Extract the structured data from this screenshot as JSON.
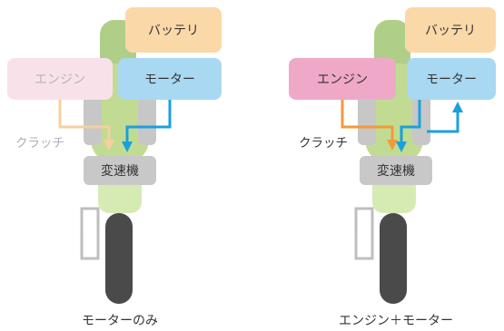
{
  "panels": [
    {
      "caption": "モーターのみ",
      "battery": "バッテリ",
      "engine": "エンジン",
      "motor": "モーター",
      "clutch": "クラッチ",
      "transmission": "変速機",
      "engine_active": false
    },
    {
      "caption": "エンジン＋モーター",
      "battery": "バッテリ",
      "engine": "エンジン",
      "motor": "モーター",
      "clutch": "クラッチ",
      "transmission": "変速機",
      "engine_active": true
    }
  ],
  "colors": {
    "battery": "#fbd8a8",
    "engine_active": "#f0a8c8",
    "engine_inactive": "#f9e1ea",
    "motor": "#a8d8f2",
    "transmission": "#c8c8c8",
    "engine_arrow": "#f29a3a",
    "engine_arrow_inactive": "#f7cfa0",
    "motor_arrow": "#1aa0dc",
    "bike_green": "#8fc03a",
    "tire": "#4a4a4a"
  }
}
